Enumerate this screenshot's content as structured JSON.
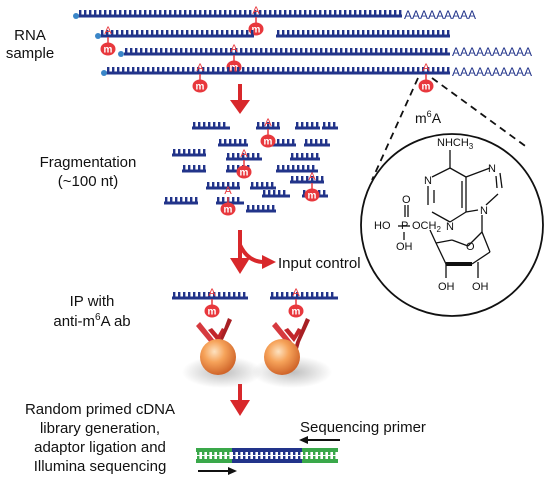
{
  "steps": {
    "rna_sample": {
      "line1": "RNA",
      "line2": "sample"
    },
    "fragmentation": {
      "line1": "Fragmentation",
      "line2": "(~100 nt)"
    },
    "ip": {
      "line1_prefix": "IP with",
      "line2_prefix": "anti-m",
      "line2_sup": "6",
      "line2_suffix": "A ab"
    },
    "library": {
      "line1": "Random primed cDNA",
      "line2": "library generation,",
      "line3": "adaptor ligation and",
      "line4": "Illumina sequencing"
    }
  },
  "labels": {
    "input_control": "Input control",
    "sequencing_primer": "Sequencing primer",
    "polyA": "AAAAAAAAA",
    "polyA_long": "AAAAAAAAAA",
    "mod_letter": "A",
    "mod_badge": "m"
  },
  "molecule": {
    "title_prefix": "m",
    "title_sup": "6",
    "title_suffix": "A",
    "nhch3": "NHCH",
    "nhch3_sub": "3",
    "n1": "N",
    "n3": "N",
    "n7": "N",
    "n9": "N",
    "o_ring": "O",
    "o_top": "O",
    "p": "P",
    "ho": "HO",
    "och2": "OCH",
    "och2_sub": "2",
    "oh_p": "OH",
    "oh_2": "OH",
    "oh_3": "OH"
  },
  "colors": {
    "strand": "#22348a",
    "mod_red": "#e8383d",
    "arrow_red": "#d8282b",
    "adaptor_green": "#3aa84a",
    "text": "#111111"
  }
}
